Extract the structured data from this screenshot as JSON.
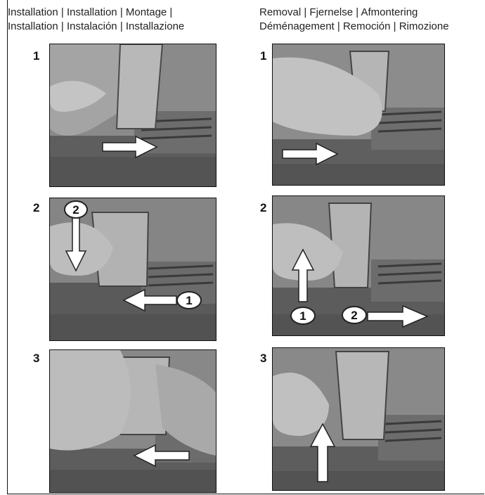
{
  "installation": {
    "heading_lines": [
      "Installation | Installation | Montage |",
      "Installation | Instalación | Installazione"
    ],
    "steps": [
      {
        "number": "1",
        "arrow": "right"
      },
      {
        "number": "2",
        "arrow": "down-and-left",
        "callouts": [
          "2",
          "1"
        ]
      },
      {
        "number": "3",
        "arrow": "left"
      }
    ]
  },
  "removal": {
    "heading_lines": [
      "Removal | Fjernelse | Afmontering",
      "Déménagement | Remoción | Rimozione"
    ],
    "steps": [
      {
        "number": "1",
        "arrow": "right"
      },
      {
        "number": "2",
        "arrow": "up-and-right",
        "callouts": [
          "1",
          "2"
        ]
      },
      {
        "number": "3",
        "arrow": "up"
      }
    ]
  },
  "colors": {
    "arrow_fill": "#ffffff",
    "arrow_stroke": "#222222"
  }
}
